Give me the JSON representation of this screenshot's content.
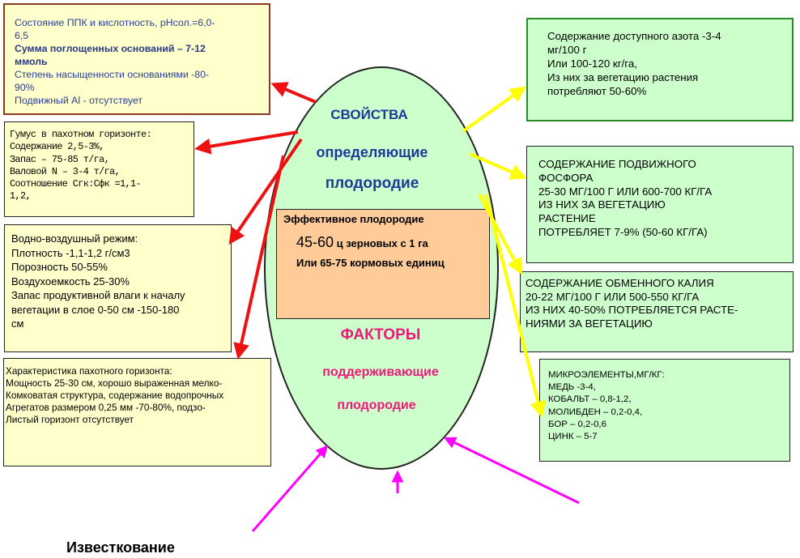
{
  "ppk": {
    "line1": "Состояние ППК и кислотность, pHсол.=6,0-",
    "line2": "6,5",
    "line3": "Сумма поглощенных оснований – 7-12",
    "line4": "ммоль",
    "line5": "Степень насыщенности основаниями -80-",
    "line6": "90%",
    "line7": "Подвижный Al - отсутствует"
  },
  "humus": {
    "line1": "Гумус в пахотном горизонте:",
    "line2": "Содержание 2,5-3%,",
    "line3": "Запас – 75-85 т/га,",
    "line4": "Валовой N – 3-4 т/га,",
    "line5": "Соотношение Сгк:Сфк =1,1-",
    "line6": "1,2,"
  },
  "water": {
    "line1": "Водно-воздушный режим:",
    "line2": "Плотность -1,1-1,2 г/см3",
    "line3": "Порозность 50-55%",
    "line4": "Воздухоемкость 25-30%",
    "line5": "Запас продуктивной влаги к началу",
    "line6": "вегетации в слое 0-50 см -150-180",
    "line7": "см"
  },
  "plow": {
    "line1": "Характеристика пахотного горизонта:",
    "line2": "Мощность 25-30 см, хорошо выраженная мелко-",
    "line3": "Комковатая структура, содержание водопрочных",
    "line4": "Агрегатов размером 0,25 мм -70-80%, подзо-",
    "line5": "Листый горизонт отсутствует"
  },
  "nitrogen": {
    "line1": "Содержание доступного азота -3-4",
    "line2": "мг/100 г",
    "line3": "Или 100-120 кг/га,",
    "line4": "Из них за вегетацию растения",
    "line5": "потребляют 50-60%"
  },
  "phosphorus": {
    "line1": "СОДЕРЖАНИЕ ПОДВИЖНОГО",
    "line2": "ФОСФОРА",
    "line3": "25-30 МГ/100 Г ИЛИ 600-700 КГ/ГА",
    "line4": "ИЗ НИХ ЗА ВЕГЕТАЦИЮ",
    "line5": "РАСТЕНИЕ",
    "line6": "ПОТРЕБЛЯЕТ 7-9% (50-60 КГ/ГА)"
  },
  "potassium": {
    "line1": "СОДЕРЖАНИЕ ОБМЕННОГО КАЛИЯ",
    "line2": "20-22 МГ/100 Г ИЛИ 500-550 КГ/ГА",
    "line3": "ИЗ НИХ 40-50% ПОТРЕБЛЯЕТСЯ РАСТЕ-",
    "line4": "НИЯМИ ЗА ВЕГЕТАЦИЮ"
  },
  "micro": {
    "line1": "МИКРОЭЛЕМЕНТЫ,МГ/КГ:",
    "line2": "МЕДЬ -3-4,",
    "line3": "КОБАЛЬТ – 0,8-1,2,",
    "line4": "МОЛИБДЕН – 0,2-0,4,",
    "line5": "БОР – 0,2-0,6",
    "line6": "ЦИНК – 5-7"
  },
  "center": {
    "prop1": "СВОЙСТВА",
    "prop2": "определяющие",
    "prop3": "плодородие",
    "fact1": "ФАКТОРЫ",
    "fact2": "поддерживающие",
    "fact3": "плодородие"
  },
  "effective": {
    "title": "Эффективное плодородие",
    "yield_num": "45-60",
    "yield_unit": " ц зерновых с 1 га",
    "feed": "Или 65-75 кормовых единиц"
  },
  "liming": "Известкование",
  "colors": {
    "red_arrow": "#ee1111",
    "yellow_arrow": "#ffff00",
    "magenta_arrow": "#ff00ff"
  }
}
